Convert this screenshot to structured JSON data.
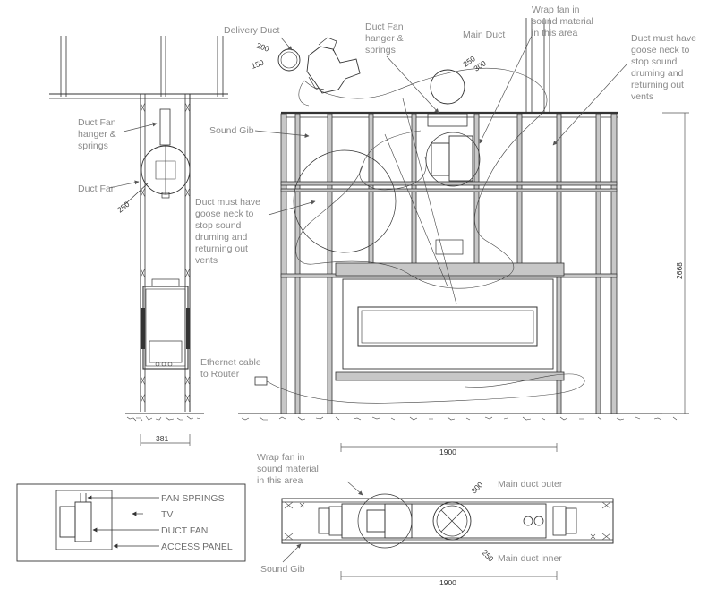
{
  "section_view": {
    "labels": {
      "hanger": [
        "Duct Fan",
        "hanger &",
        "springs"
      ],
      "fan": "Duct Fan"
    },
    "dims": {
      "duct": "250",
      "width": "381"
    }
  },
  "elevation_view": {
    "labels": {
      "delivery_duct": "Delivery Duct",
      "hanger": [
        "Duct Fan",
        "hanger &",
        "springs"
      ],
      "main_duct": "Main Duct",
      "wrap_fan": [
        "Wrap fan in",
        "sound material",
        "in this area"
      ],
      "goose_neck_right": [
        "Duct must have",
        "goose neck to",
        "stop sound",
        "druming and",
        "returning out",
        "vents"
      ],
      "sound_gib": "Sound Gib",
      "goose_neck_left": [
        "Duct must have",
        "goose neck to",
        "stop sound",
        "druming and",
        "returning out",
        "vents"
      ],
      "ethernet": [
        "Ethernet cable",
        "to Router"
      ]
    },
    "dims": {
      "d200": "200",
      "d150": "150",
      "d250": "250",
      "d300": "300",
      "height": "2668",
      "width": "1900"
    }
  },
  "detail_view": {
    "labels": {
      "fan_springs": "FAN SPRINGS",
      "tv": "TV",
      "duct_fan": "DUCT FAN",
      "access_panel": "ACCESS PANEL"
    }
  },
  "plan_view": {
    "labels": {
      "wrap_fan": [
        "Wrap fan in",
        "sound material",
        "in this area"
      ],
      "main_duct_outer": "Main duct outer",
      "main_duct_inner": "Main duct inner",
      "sound_gib": "Sound Gib"
    },
    "dims": {
      "d300": "300",
      "d250": "250",
      "width": "1900"
    }
  }
}
